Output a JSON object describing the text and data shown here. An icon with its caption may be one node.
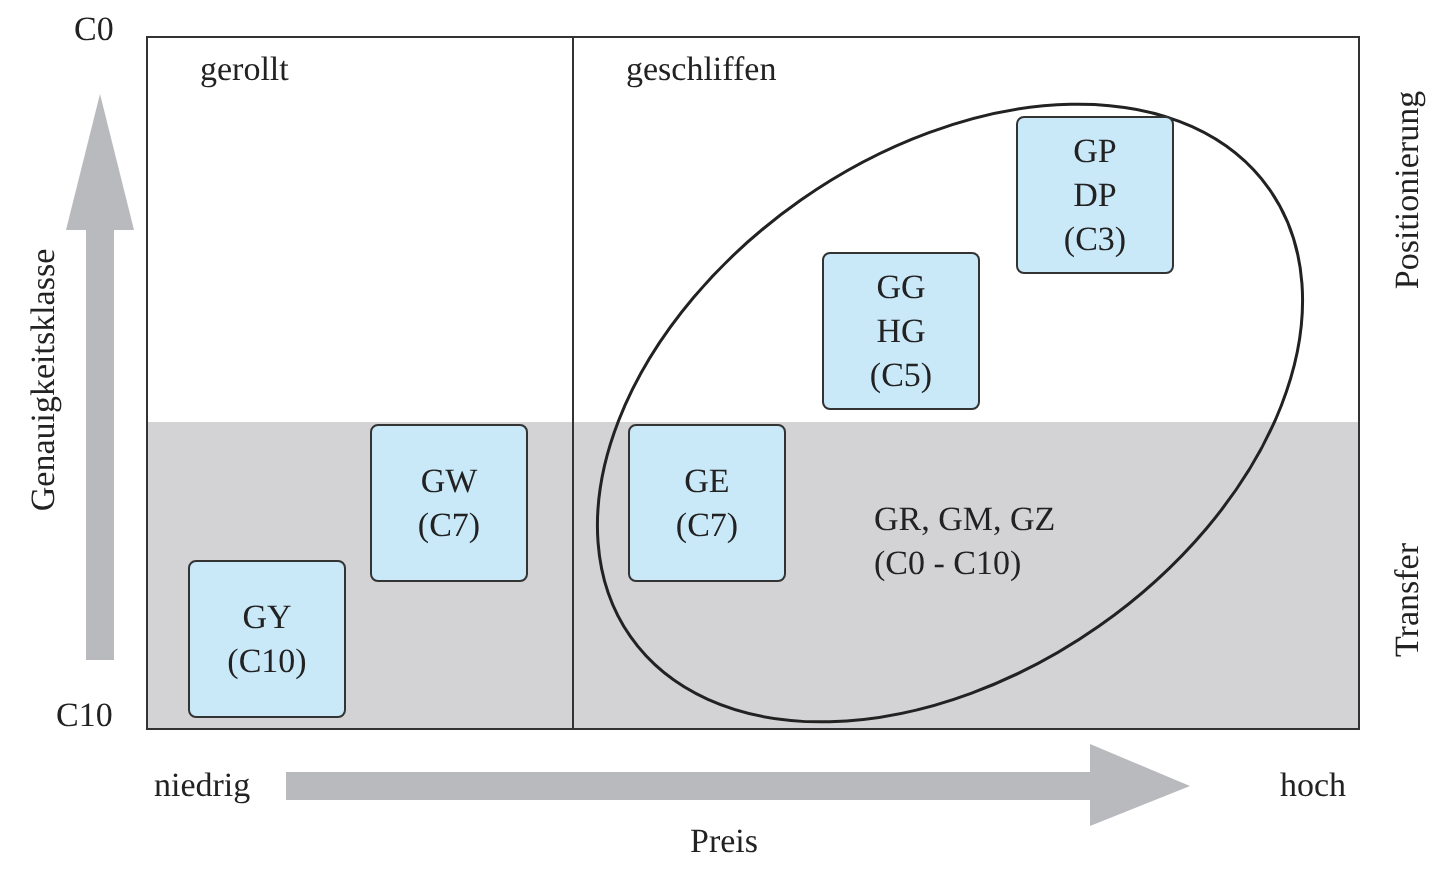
{
  "diagram": {
    "nodes": [
      {
        "text": [
          "gerollt"
        ]
      },
      {
        "text": [
          "geschliffen"
        ]
      },
      {
        "text": [
          "GY (C10)"
        ],
        "in": 0
      },
      {
        "text": [
          "GW (C7)"
        ],
        "in": 0
      },
      {
        "text": [
          "GR, GM, GZ (C0 - C10)"
        ],
        "in": 1
      },
      {
        "text": [
          "GE (C7)"
        ],
        "in": 4
      },
      {
        "text": [
          "GG HG (C5)"
        ],
        "in": 4
      },
      {
        "text": [
          "GP DP (C3)"
        ],
        "in": 4
      }
    ],
    "labels": [
      "C0",
      "Genauigkeitsklasse",
      "C10",
      "Positionierung",
      "Transfer",
      "niedrig",
      "hoch",
      "Preis"
    ]
  }
}
